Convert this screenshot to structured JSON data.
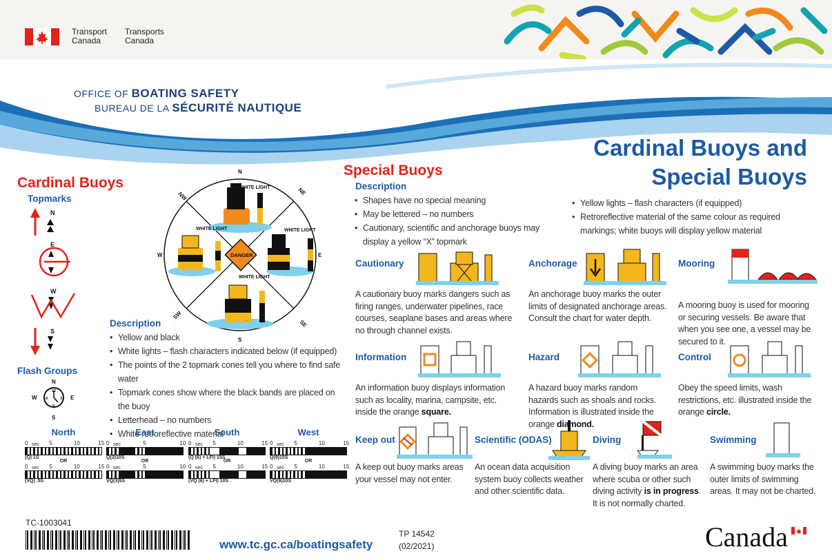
{
  "header": {
    "gov_en_1": "Transport",
    "gov_en_2": "Canada",
    "gov_fr_1": "Transports",
    "gov_fr_2": "Canada",
    "office_en_prefix": "OFFICE OF",
    "office_en": "BOATING SAFETY",
    "office_fr_prefix": "BUREAU DE LA",
    "office_fr": "SÉCURITÉ NAUTIQUE"
  },
  "title": {
    "line1": "Cardinal Buoys and",
    "line2": "Special Buoys"
  },
  "cardinal": {
    "title": "Cardinal Buoys",
    "topmarks": "Topmarks",
    "north_letter": "N",
    "east_letter": "E",
    "west_letter": "W",
    "south_letter": "S",
    "flash_groups": "Flash Groups",
    "compass": {
      "n": "N",
      "e": "E",
      "s": "S",
      "w": "W",
      "ne": "NE",
      "nw": "NW",
      "se": "SE",
      "sw": "SW",
      "white_light": "WHITE LIGHT",
      "danger": "DANGER"
    },
    "clock": {
      "n": "N",
      "e": "E",
      "s": "S",
      "w": "W",
      "twelve": "12",
      "three": "3",
      "six": "6",
      "nine": "9"
    },
    "description": "Description",
    "bullets": [
      "Yellow and black",
      "White lights – flash characters indicated below (if equipped)",
      "The points of the 2 topmark cones tell you where to find safe water",
      "Topmark cones show where the black bands are placed on the buoy",
      "Letterhead – no numbers",
      "White retroreflective material"
    ],
    "flash": [
      {
        "name": "North",
        "sec": "sec",
        "ticks": [
          "0",
          "5",
          "10",
          "15"
        ],
        "top_label": "(Q) 1S",
        "bottom_label": "(VQ) .5S",
        "or": "OR"
      },
      {
        "name": "East",
        "sec": "sec",
        "ticks": [
          "0",
          "5",
          "10"
        ],
        "top_label": "Q(3)10S",
        "bottom_label": "VQ(3)5S",
        "or": "OR"
      },
      {
        "name": "South",
        "sec": "sec",
        "ticks": [
          "0",
          "5",
          "10",
          "15"
        ],
        "top_label": "(Q (6) + LFl) 15S",
        "bottom_label": "(VQ (6) + LFl) 10S .",
        "or": "OR"
      },
      {
        "name": "West",
        "sec": "sec",
        "ticks": [
          "0",
          "5",
          "10",
          "15"
        ],
        "top_label": "Q(9)15S",
        "bottom_label": "VQ(9)10S",
        "or": "OR"
      }
    ]
  },
  "special": {
    "title": "Special Buoys",
    "description": "Description",
    "left_bullets": [
      "Shapes have no special meaning",
      "May be lettered – no numbers",
      "Cautionary, scientific and anchorage buoys may display a yellow “X” topmark"
    ],
    "right_bullets": [
      "Yellow lights – flash characters (if equipped)",
      "Retroreflective material of the same colour as required markings; white buoys will display yellow material"
    ],
    "items": {
      "cautionary": {
        "name": "Cautionary",
        "text": "A cautionary buoy marks dangers such as firing ranges, underwater pipelines, race courses, seaplane bases and areas where no through channel exists."
      },
      "anchorage": {
        "name": "Anchorage",
        "text": "An anchorage buoy marks the outer limits of designated anchorage areas. Consult the chart for water depth."
      },
      "mooring": {
        "name": "Mooring",
        "text": "A mooring buoy is used for mooring or securing vessels. Be aware that when you see one, a vessel may be secured to it."
      },
      "information": {
        "name": "Information",
        "text_a": "An information buoy displays information such as locality, marina, campsite, etc. inside the orange ",
        "text_b": "square."
      },
      "hazard": {
        "name": "Hazard",
        "text_a": "A hazard buoy marks random hazards such as shoals and rocks. Information is illustrated inside the orange ",
        "text_b": "diamond."
      },
      "control": {
        "name": "Control",
        "text_a": "Obey the speed limits, wash restrictions, etc. illustrated inside the orange ",
        "text_b": "circle."
      },
      "keepout": {
        "name": "Keep out",
        "text": "A keep out buoy marks areas your vessel may not enter."
      },
      "scientific": {
        "name": "Scientific (ODAS)",
        "text": "An ocean data acquisition system buoy collects weather and other scientific data."
      },
      "diving": {
        "name": "Diving",
        "text_a": "A diving buoy marks an area where scuba or other such diving activity ",
        "text_b": "is in progress",
        ".": "",
        "text_c": ". It is not normally charted."
      },
      "swimming": {
        "name": "Swimming",
        "text": "A swimming buoy marks the outer limits of swimming areas. It may not be charted."
      }
    }
  },
  "footer": {
    "code": "TC-1003041",
    "url": "www.tc.gc.ca/boatingsafety",
    "tp": "TP 14542",
    "date": "(02/2021)",
    "wordmark": "Canada"
  },
  "colors": {
    "red": "#e2231a",
    "blue": "#1c5aa6",
    "yellow": "#f3b71d",
    "orange": "#f08a1c"
  }
}
